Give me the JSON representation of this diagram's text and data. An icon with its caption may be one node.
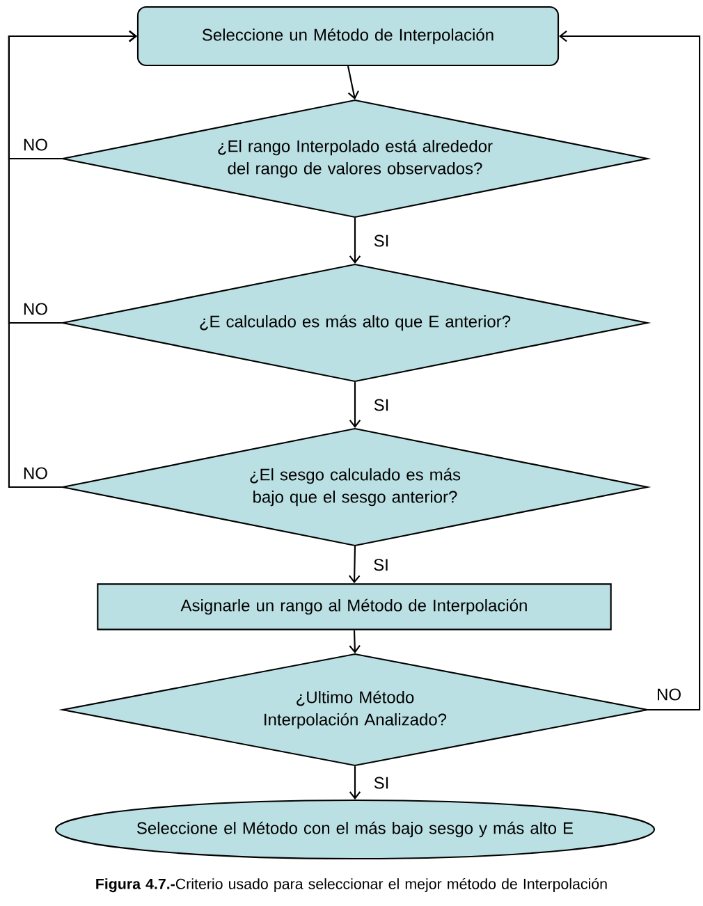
{
  "diagram": {
    "caption": "**Figura 4.7.-**Criterio usado para seleccionar el mejor método de Interpolación",
    "nodes": [
      {
        "text": [
          "Seleccione un Método de Interpolación"
        ]
      },
      {
        "text": [
          "¿El rango Interpolado está alrededor del rango de valores observados?"
        ]
      },
      {
        "text": [
          "¿E calculado es más alto que E anterior?"
        ]
      },
      {
        "text": [
          "¿El sesgo calculado es más bajo que el sesgo anterior?"
        ]
      },
      {
        "text": [
          "Asignarle un rango al Método de Interpolación"
        ]
      },
      {
        "text": [
          "¿Ultimo Método Interpolación Analizado?"
        ]
      },
      {
        "text": [
          "Seleccione el Método con el más bajo sesgo y más alto E"
        ]
      }
    ],
    "edges": [
      {
        "from": 0,
        "to": 1,
        "arrow": "to"
      },
      {
        "from": 1,
        "to": 2,
        "arrow": "to",
        "label": "SI"
      },
      {
        "from": 2,
        "to": 3,
        "arrow": "to",
        "label": "SI"
      },
      {
        "from": 3,
        "to": 4,
        "arrow": "to",
        "label": "SI"
      },
      {
        "from": 4,
        "to": 5,
        "arrow": "to"
      },
      {
        "from": 5,
        "to": 6,
        "arrow": "to",
        "label": "SI"
      },
      {
        "from": 1,
        "to": 0,
        "arrow": "to",
        "label": "NO"
      },
      {
        "from": 2,
        "to": 0,
        "arrow": "to",
        "label": "NO"
      },
      {
        "from": 3,
        "to": 0,
        "arrow": "to",
        "label": "NO"
      },
      {
        "from": 5,
        "to": 0,
        "arrow": "to",
        "label": "NO"
      }
    ]
  }
}
